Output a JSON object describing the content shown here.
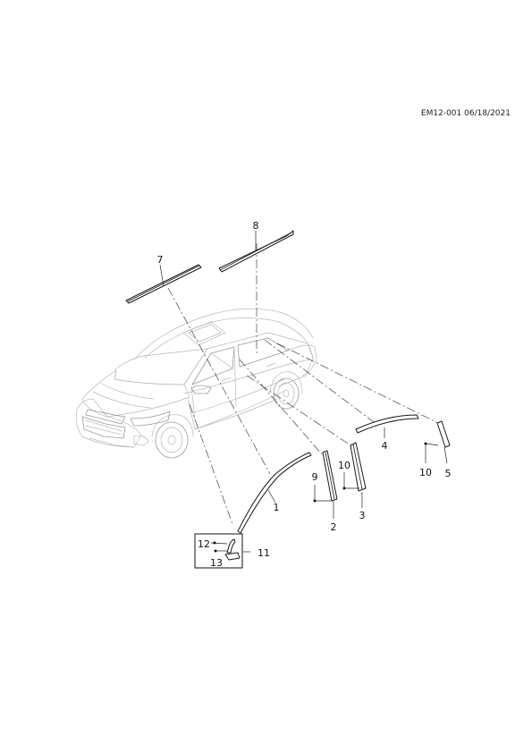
{
  "doc_id": "EM12-001 06/18/2021",
  "callouts": {
    "c1": "1",
    "c2": "2",
    "c3": "3",
    "c4": "4",
    "c5": "5",
    "c7": "7",
    "c8": "8",
    "c9": "9",
    "c10a": "10",
    "c10b": "10",
    "c11": "11",
    "c12": "12",
    "c13": "13"
  }
}
